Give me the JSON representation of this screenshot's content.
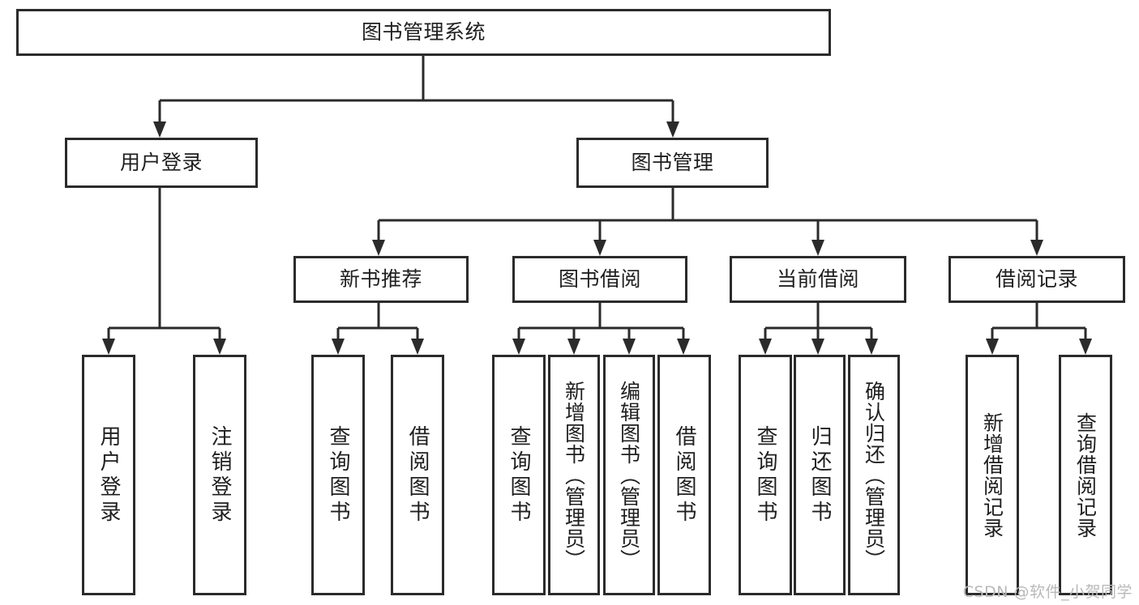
{
  "diagram": {
    "title": "图书管理系统",
    "type": "tree-hierarchy-chart",
    "root": {
      "id": "root",
      "label": "图书管理系统"
    },
    "level2": [
      {
        "id": "user-login",
        "label": "用户登录"
      },
      {
        "id": "book-management",
        "label": "图书管理"
      }
    ],
    "level3": [
      {
        "id": "new-book-recommend",
        "label": "新书推荐"
      },
      {
        "id": "book-borrow",
        "label": "图书借阅"
      },
      {
        "id": "current-borrow",
        "label": "当前借阅"
      },
      {
        "id": "borrow-record",
        "label": "借阅记录"
      }
    ],
    "leaves": {
      "user_login": [
        {
          "id": "leaf-user-login",
          "label": "用户登录"
        },
        {
          "id": "leaf-logout-login",
          "label": "注销登录"
        }
      ],
      "new_book_recommend": [
        {
          "id": "leaf-query-book-1",
          "label": "查询图书"
        },
        {
          "id": "leaf-borrow-book-1",
          "label": "借阅图书"
        }
      ],
      "book_borrow": [
        {
          "id": "leaf-query-book-2",
          "label": "查询图书"
        },
        {
          "id": "leaf-add-book",
          "label": "新增图书（管理员）"
        },
        {
          "id": "leaf-edit-book",
          "label": "编辑图书（管理员）"
        },
        {
          "id": "leaf-borrow-book-2",
          "label": "借阅图书"
        }
      ],
      "current_borrow": [
        {
          "id": "leaf-query-book-3",
          "label": "查询图书"
        },
        {
          "id": "leaf-return-book",
          "label": "归还图书"
        },
        {
          "id": "leaf-confirm-return",
          "label": "确认归还（管理员）"
        }
      ],
      "borrow_record": [
        {
          "id": "leaf-add-record",
          "label": "新增借阅记录"
        },
        {
          "id": "leaf-query-record",
          "label": "查询借阅记录"
        }
      ]
    }
  },
  "watermark": {
    "text": "CSDN @软件_小贺同学"
  },
  "colors": {
    "stroke": "#2b2b2b",
    "background": "#ffffff",
    "text": "#1f1f1f",
    "watermark": "#b9b9b9"
  }
}
